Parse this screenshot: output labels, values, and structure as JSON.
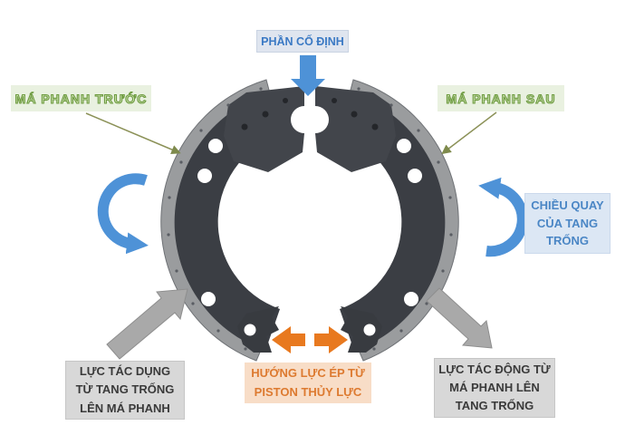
{
  "labels": {
    "fixed_part": {
      "text": "PHẦN CỐ ĐỊNH"
    },
    "front_shoe": {
      "text": "MÁ PHANH TRƯỚC"
    },
    "rear_shoe": {
      "text": "MÁ PHANH SAU"
    },
    "drum_rotation": {
      "lines": [
        "CHIỀU QUAY",
        "CỦA TANG",
        "TRỐNG"
      ]
    },
    "drum_to_shoe_force": {
      "lines": [
        "LỰC TÁC DỤNG",
        "TỪ TANG TRỐNG",
        "LÊN MÁ PHANH"
      ]
    },
    "piston_force": {
      "lines": [
        "HƯỚNG LỰC ÉP TỪ",
        "PISTON THỦY LỰC"
      ]
    },
    "shoe_to_drum_force": {
      "lines": [
        "LỰC TÁC ĐỘNG TỪ",
        "MÁ PHANH LÊN",
        "TANG TRỐNG"
      ]
    }
  },
  "colors": {
    "arrow_blue": "#4E92D7",
    "arrow_orange": "#E8791F",
    "arrow_gray": "#A9A9A9",
    "pointer_olive": "#8B9157",
    "box_blue_bg": "#DCE7F4",
    "box_blue_text": "#4A86C5",
    "box_green_bg": "#E9F1E0",
    "box_green_text": "#6F9C42",
    "box_gray_bg": "#D8D8D8",
    "box_gray_text": "#3A3A3A",
    "box_peach_bg": "#F8DDC7",
    "box_peach_text": "#DD7A30",
    "shoe_dark": "#3B3E44",
    "shoe_rim": "#9A9C9E",
    "background": "#FFFFFF"
  }
}
